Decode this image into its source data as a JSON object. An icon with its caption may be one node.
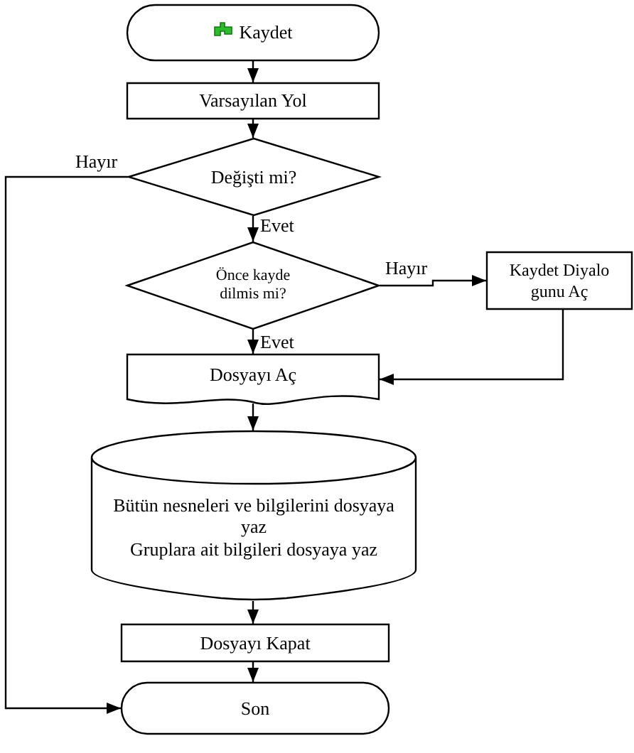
{
  "diagram": {
    "nodes": [
      {
        "text": [
          "Kaydet"
        ]
      },
      {
        "text": [
          "Varsayılan Yol"
        ]
      },
      {
        "text": [
          "Değişti mi?"
        ]
      },
      {
        "text": [
          "Önce kayde dilmis mi?"
        ]
      },
      {
        "text": [
          "Kaydet Diyalo gunu Aç"
        ]
      },
      {
        "text": [
          "Dosyayı Aç"
        ]
      },
      {
        "text": [
          "Bütün nesneleri ve bilgilerini dosyaya yaz",
          "Gruplara ait bilgileri dosyaya yaz"
        ]
      },
      {
        "text": [
          "Dosyayı Kapat"
        ]
      },
      {
        "text": [
          "Son"
        ]
      }
    ],
    "edges": [
      {
        "from": 0,
        "to": 1,
        "arrow": "to"
      },
      {
        "from": 1,
        "to": 2,
        "arrow": "to"
      },
      {
        "from": 2,
        "to": 3,
        "arrow": "to",
        "label": "Evet"
      },
      {
        "from": 2,
        "to": 8,
        "arrow": "to",
        "label": "Hayır"
      },
      {
        "from": 3,
        "to": 4,
        "arrow": "to",
        "label": "Hayır"
      },
      {
        "from": 3,
        "to": 5,
        "arrow": "to",
        "label": "Evet"
      },
      {
        "from": 4,
        "to": 5,
        "arrow": "to"
      },
      {
        "from": 5,
        "to": 6,
        "arrow": "to"
      },
      {
        "from": 6,
        "to": 7,
        "arrow": "to"
      },
      {
        "from": 7,
        "to": 8,
        "arrow": "to"
      }
    ]
  }
}
